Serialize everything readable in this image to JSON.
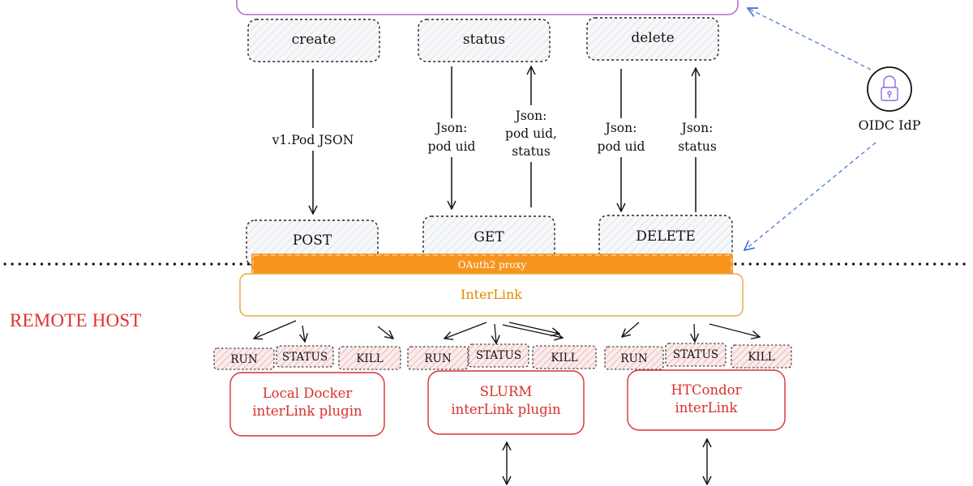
{
  "top_operations": [
    "create",
    "status",
    "delete"
  ],
  "payload_labels": {
    "create_request": "v1.Pod JSON",
    "status_request": [
      "Json:",
      "pod uid"
    ],
    "status_response": [
      "Json:",
      "pod uid,",
      "status"
    ],
    "delete_request": [
      "Json:",
      "pod uid"
    ],
    "delete_response": [
      "Json:",
      "status"
    ]
  },
  "http_methods": [
    "POST",
    "GET",
    "DELETE"
  ],
  "idp": {
    "label": "OIDC IdP",
    "icon": "lock-icon"
  },
  "proxy": {
    "label": "OAuth2 proxy",
    "color": "#f7941d"
  },
  "interlink": {
    "label": "InterLink",
    "color": "#e08a00"
  },
  "remote_host_label": "REMOTE HOST",
  "plugins": [
    {
      "lines": [
        "Local Docker",
        "interLink plugin"
      ],
      "actions": [
        "RUN",
        "STATUS",
        "KILL"
      ]
    },
    {
      "lines": [
        "SLURM",
        "interLink plugin"
      ],
      "actions": [
        "RUN",
        "STATUS",
        "KILL"
      ]
    },
    {
      "lines": [
        "HTCondor",
        "interLink"
      ],
      "actions": [
        "RUN",
        "STATUS",
        "KILL"
      ]
    }
  ],
  "colors": {
    "plugin_red": "#d9302c",
    "auth_link_blue": "#3a6fd8",
    "top_box_purple": "#b66fd0"
  }
}
